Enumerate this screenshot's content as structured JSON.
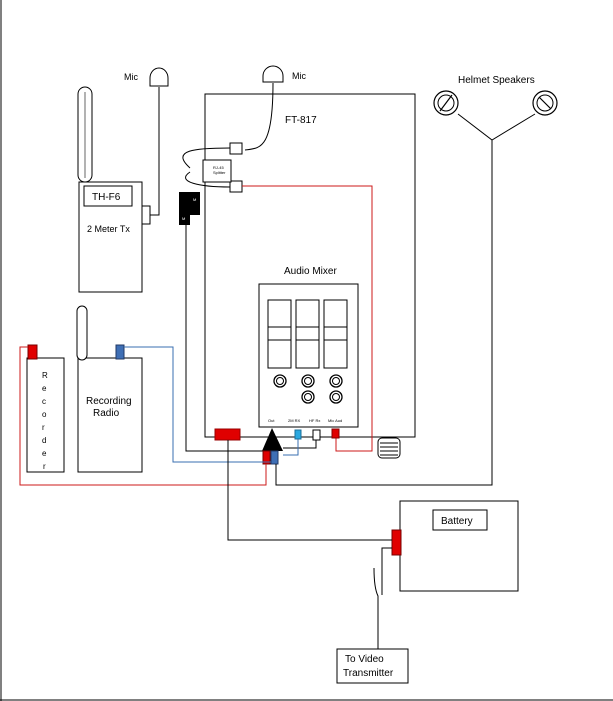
{
  "labels": {
    "mic_left": "Mic",
    "mic_right": "Mic",
    "ft817": "FT-817",
    "thf6": "TH-F6",
    "two_meter_tx": "2 Meter Tx",
    "helmet_speakers": "Helmet Speakers",
    "audio_mixer": "Audio Mixer",
    "recording_radio_line1": "Recording",
    "recording_radio_line2": "Radio",
    "recorder_letters": [
      "R",
      "e",
      "c",
      "o",
      "r",
      "d",
      "e",
      "r"
    ],
    "splitter_line1": "RJ-45",
    "splitter_line2": "Splitter",
    "connector_m1": "M",
    "connector_m2": "M",
    "mixer_out": "Out",
    "mixer_2m_rx": "2M RX",
    "mixer_hf_rx": "HF Rx",
    "mixer_mic_aud": "Mic Aud",
    "battery": "Battery",
    "to_video_line1": "To Video",
    "to_video_line2": "Transmitter"
  },
  "colors": {
    "line": "#000000",
    "red_wire": "#cc1a1a",
    "blue_wire": "#3a6fb0",
    "connector_red": "#e00000",
    "connector_blue": "#3f6fb5",
    "cyan_jack": "#2aa8e0"
  }
}
